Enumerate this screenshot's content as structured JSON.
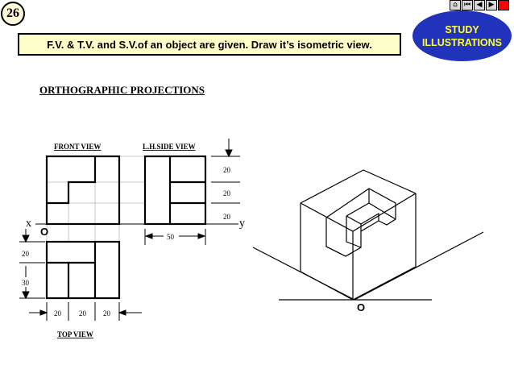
{
  "slide_number": "26",
  "title": "F.V. & T.V. and S.V.of  an object are given. Draw it’s isometric view.",
  "badge": {
    "line1": "STUDY",
    "line2": "ILLUSTRATIONS"
  },
  "nav": {
    "home_icon": "home-icon",
    "first_icon": "first-slide-icon",
    "prev_icon": "prev-slide-icon",
    "next_icon": "next-slide-icon",
    "exit_icon": "exit-icon"
  },
  "heading": "ORTHOGRAPHIC PROJECTIONS",
  "views": {
    "front": "FRONT VIEW",
    "side": "L.H.SIDE VIEW",
    "top": "TOP VIEW"
  },
  "axis": {
    "x": "x",
    "y": "y",
    "origin": "O"
  },
  "dimensions": {
    "side_heights": [
      "20",
      "20",
      "20"
    ],
    "side_width": "50",
    "top_depths": [
      "20",
      "30"
    ],
    "top_widths": [
      "20",
      "20",
      "20"
    ]
  },
  "iso_origin": "O"
}
